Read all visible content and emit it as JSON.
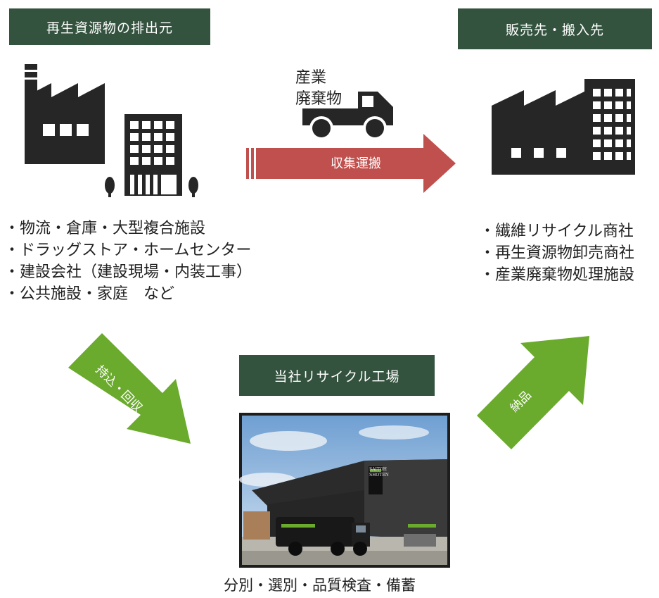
{
  "source_box": {
    "label": "再生資源物の排出元"
  },
  "dest_box": {
    "label": "販売先・搬入先"
  },
  "factory_box": {
    "label": "当社リサイクル工場"
  },
  "truck_label": {
    "line1": "産業",
    "line2": "廃棄物"
  },
  "transport_arrow": {
    "label": "収集運搬"
  },
  "collect_arrow": {
    "label": "持込・回収"
  },
  "deliver_arrow": {
    "label": "納品"
  },
  "source_list": [
    "・物流・倉庫・大型複合施設",
    "・ドラッグストア・ホームセンター",
    "・建設会社（建設現場・内装工事）",
    "・公共施設・家庭　など"
  ],
  "dest_list": [
    "・繊維リサイクル商社",
    "・再生資源物卸売商社",
    "・産業廃棄物処理施設"
  ],
  "factory_caption": "分別・選別・品質検査・備蓄",
  "photo_sign": {
    "line1": "SAITOH",
    "line2": "SHOTEN"
  },
  "colors": {
    "box": "#34533f",
    "red_arrow": "#c0504d",
    "green_arrow": "#6aaa2c",
    "icon": "#262626"
  }
}
